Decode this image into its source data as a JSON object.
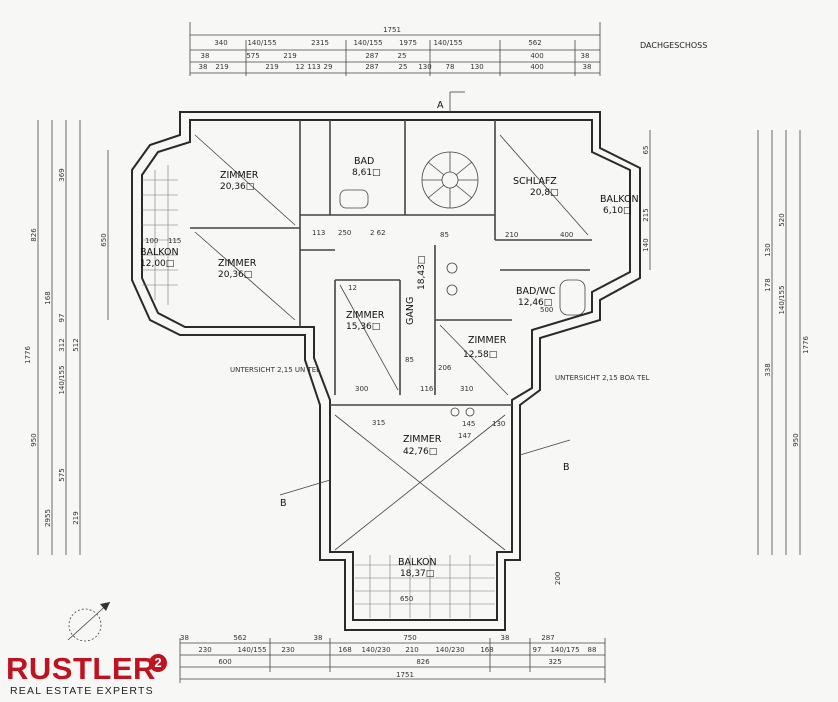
{
  "plan": {
    "floor_title": "DACHGESCHOSS",
    "section_marks": [
      "A",
      "B",
      "B"
    ],
    "rooms": [
      {
        "name": "ZIMMER",
        "area": "20,36□"
      },
      {
        "name": "ZIMMER",
        "area": "20,36□"
      },
      {
        "name": "BAD",
        "area": "8,61□"
      },
      {
        "name": "SCHLAFZ",
        "area": "20,8□"
      },
      {
        "name": "BALKON",
        "area": "6,10□"
      },
      {
        "name": "BALKON",
        "area": "12,00□"
      },
      {
        "name": "ZIMMER",
        "area": "15,36□"
      },
      {
        "name": "GANG",
        "area": "18,43□"
      },
      {
        "name": "BAD/WC",
        "area": "12,46□"
      },
      {
        "name": "ZIMMER",
        "area": "12,58□"
      },
      {
        "name": "ZIMMER",
        "area": "42,76□"
      },
      {
        "name": "BALKON",
        "area": "18,37□"
      }
    ],
    "notes": [
      "UNTERSICHT 2,15 UN TEL",
      "UNTERSICHT 2,15 BOA TEL"
    ],
    "top_dims": {
      "total": "1751",
      "row1": [
        "340",
        "140/155",
        "2315",
        "140/155",
        "1975",
        "140/155",
        "562"
      ],
      "row2": [
        "38",
        "575",
        "219",
        "287",
        "25",
        "400",
        "38"
      ],
      "row3": [
        "38",
        "219",
        "219",
        "12",
        "113",
        "29",
        "287",
        "25",
        "130",
        "78",
        "130",
        "400",
        "38"
      ]
    },
    "bottom_dims": {
      "total": "1751",
      "row1": [
        "38",
        "562",
        "38",
        "750",
        "38",
        "287"
      ],
      "row2": [
        "230",
        "140/155",
        "230",
        "168",
        "140/230",
        "210",
        "140/230",
        "168",
        "97",
        "140/175",
        "88"
      ],
      "row3": [
        "600",
        "826",
        "325"
      ]
    },
    "left_dims": [
      "826",
      "650",
      "1776",
      "950",
      "2955",
      "575",
      "219",
      "140/155",
      "512",
      "312",
      "97",
      "168",
      "369"
    ],
    "right_dims": [
      "1776",
      "950",
      "520",
      "338",
      "140/155",
      "178",
      "130",
      "215",
      "140",
      "65"
    ],
    "inner_dims": [
      "113",
      "250",
      "2 62",
      "85",
      "210",
      "400",
      "100",
      "115",
      "315",
      "147",
      "300",
      "310",
      "650",
      "200",
      "116",
      "145",
      "130",
      "500",
      "85",
      "206",
      "12"
    ]
  },
  "brand": {
    "name": "RUSTLER",
    "superscript": "2",
    "tagline": "REAL ESTATE EXPERTS",
    "color": "#c1121f"
  }
}
